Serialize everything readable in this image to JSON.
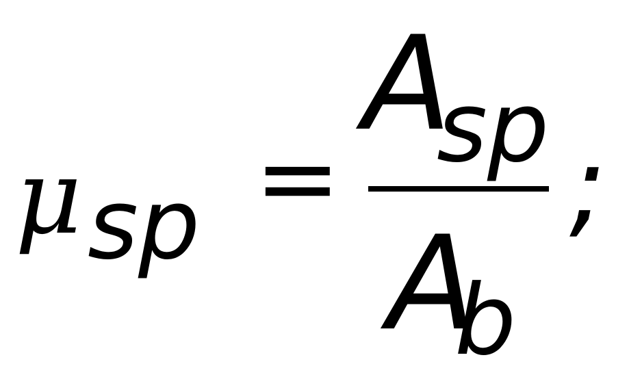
{
  "equation": {
    "lhs": {
      "symbol": "μ",
      "subscript": "sp"
    },
    "operator": "=",
    "fraction": {
      "numerator": {
        "base": "A",
        "subscript": "sp"
      },
      "denominator": {
        "base": "A",
        "subscript": "b"
      }
    },
    "terminator": ";"
  }
}
